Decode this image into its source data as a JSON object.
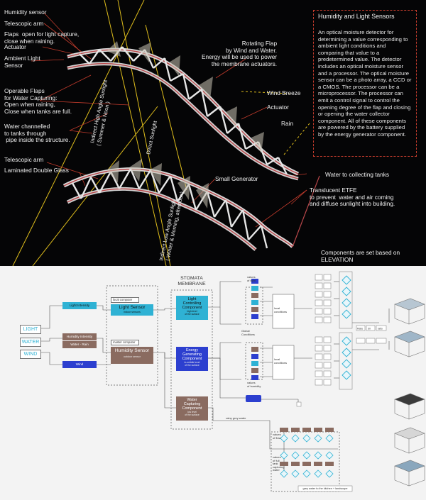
{
  "top": {
    "labels": {
      "humidity_sensor": "Humidity sensor",
      "telescopic_arm_1": "Telescopic arm",
      "flaps": "Flaps  open for light capture,\nclose when raining.",
      "actuator_1": "Actuator",
      "ambient": "Ambient Light\nSensor",
      "operable": "Operable Flaps\nfor Water Capturing:\nOpen when raining,\nClose when tanks are full.",
      "water_channelled": "Water channelled\nto tanks through\n pipe inside the structure.",
      "telescopic_arm_2": "Telescopic arm",
      "laminated": "Laminated Double Glass",
      "rotating": "Rotating Flap\nby Wind and Water.\nEnergy will be used to power\nthe membrane actuators.",
      "wind": "Wind Breeze",
      "actuator_2": "Actuator",
      "rain": "Rain",
      "small_generator": "Small Generator",
      "water_to_tanks": "Water to collecting tanks",
      "etfe": "Translucent ETFE\nto prevent  water and air coming\nand diffuse sunlight into building.",
      "elevation": "Components are set based on\nELEVATION",
      "indirect_high": "Indirect High Angle Sunlight",
      "summer_noon": "( Summer & Noon )",
      "direct": "Direct Sunlight",
      "indirect_low": "Indirect Low Angle Sunlight",
      "winter_morning": "( Winter & Morning, afternoon)"
    },
    "info": {
      "title": "Humidity and Light Sensors",
      "body": "An optical moisture detector for determining a value corresponding to ambient light conditions and comparing that value to a predetermined value. The detector includes an optical moisture sensor and a processor. The optical moisture sensor can be a photo array, a CCD or a CMOS. The processor can be a microprocessor. The processor can emit a control signal to control the opening degree of the flap and closing or opening the water collector component. All of these components are powered by the battery supplied by the energy generator component."
    }
  },
  "bottom": {
    "inputs": [
      "LIGHT",
      "WATER",
      "WIND"
    ],
    "mids": [
      "Light Intensity",
      "Humidity Intensity",
      "Water - Rain",
      "Wind"
    ],
    "local_computer": "local computer",
    "master_computer": "master computer",
    "light_sensor": "Light Sensor",
    "light_sensor_sub": "indoor sensors",
    "humidity_sensor": "Humidity Sensor",
    "humidity_sensor_sub": "outdoor sensor",
    "stomata": "STOMATA\nMEMBRANE",
    "comp_light": "Light\nControlling\nComponent",
    "comp_light_sub": "high level\nof the surface",
    "comp_energy": "Energy\nGenerating\nComponent",
    "comp_energy_sub": "in-middle level\nof the surface",
    "comp_water": "Water\nCapturing\nComponent",
    "comp_water_sub": "low level\nof the surface",
    "values_light": "values\nof light",
    "global_conditions": "Global\nConditions",
    "values_humidity": "values\nof humidity",
    "local_conditions": "local\nconditions",
    "rainy_grey": "rainy grey water",
    "values_flow": "values\nof flow",
    "values_tank": "values\nof full\ntank\ncapturing\nwater",
    "grey_water": "grey water to the kitchen + landscape",
    "small_tags": [
      "Ratio",
      "dir",
      "ratio"
    ]
  },
  "colors": {
    "cyan": "#2fb2d4",
    "brown": "#8a6b60",
    "blue": "#2c3fcf",
    "red": "#c23b2c",
    "yellow": "#e8c21c"
  }
}
